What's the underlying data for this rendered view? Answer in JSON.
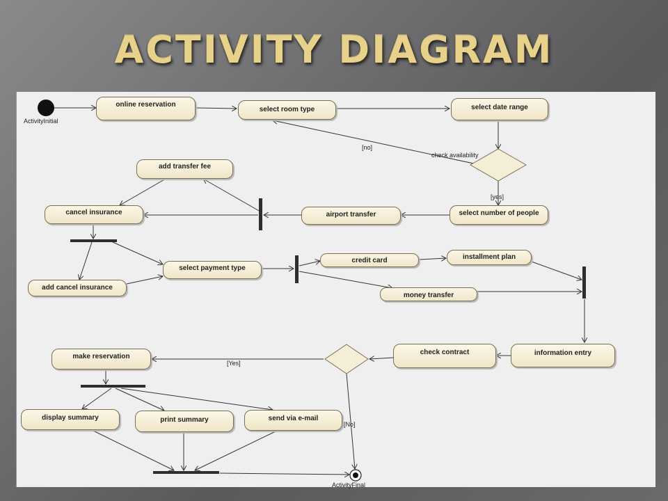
{
  "title": "ACTIVITY DIAGRAM",
  "initial_label": "ActivityInitial",
  "final_label": "ActivityFinal",
  "nodes": {
    "online_reservation": "online reservation",
    "select_room_type": "select room type",
    "select_date_range": "select date range",
    "add_transfer_fee": "add transfer fee",
    "cancel_insurance": "cancel insurance",
    "airport_transfer": "airport transfer",
    "select_number_of_people": "select number of people",
    "add_cancel_insurance": "add cancel insurance",
    "select_payment_type": "select payment type",
    "credit_card": "credit card",
    "installment_plan": "installment plan",
    "money_transfer": "money transfer",
    "information_entry": "information entry",
    "check_contract": "check contract",
    "make_reservation": "make reservation",
    "display_summary": "display summary",
    "print_summary": "print summary",
    "send_via_email": "send via e-mail"
  },
  "decision_labels": {
    "check_availability": "check availability",
    "no_1": "[no]",
    "yes_1": "[yes]",
    "yes_2": "[Yes]",
    "no_2": "[No]"
  }
}
